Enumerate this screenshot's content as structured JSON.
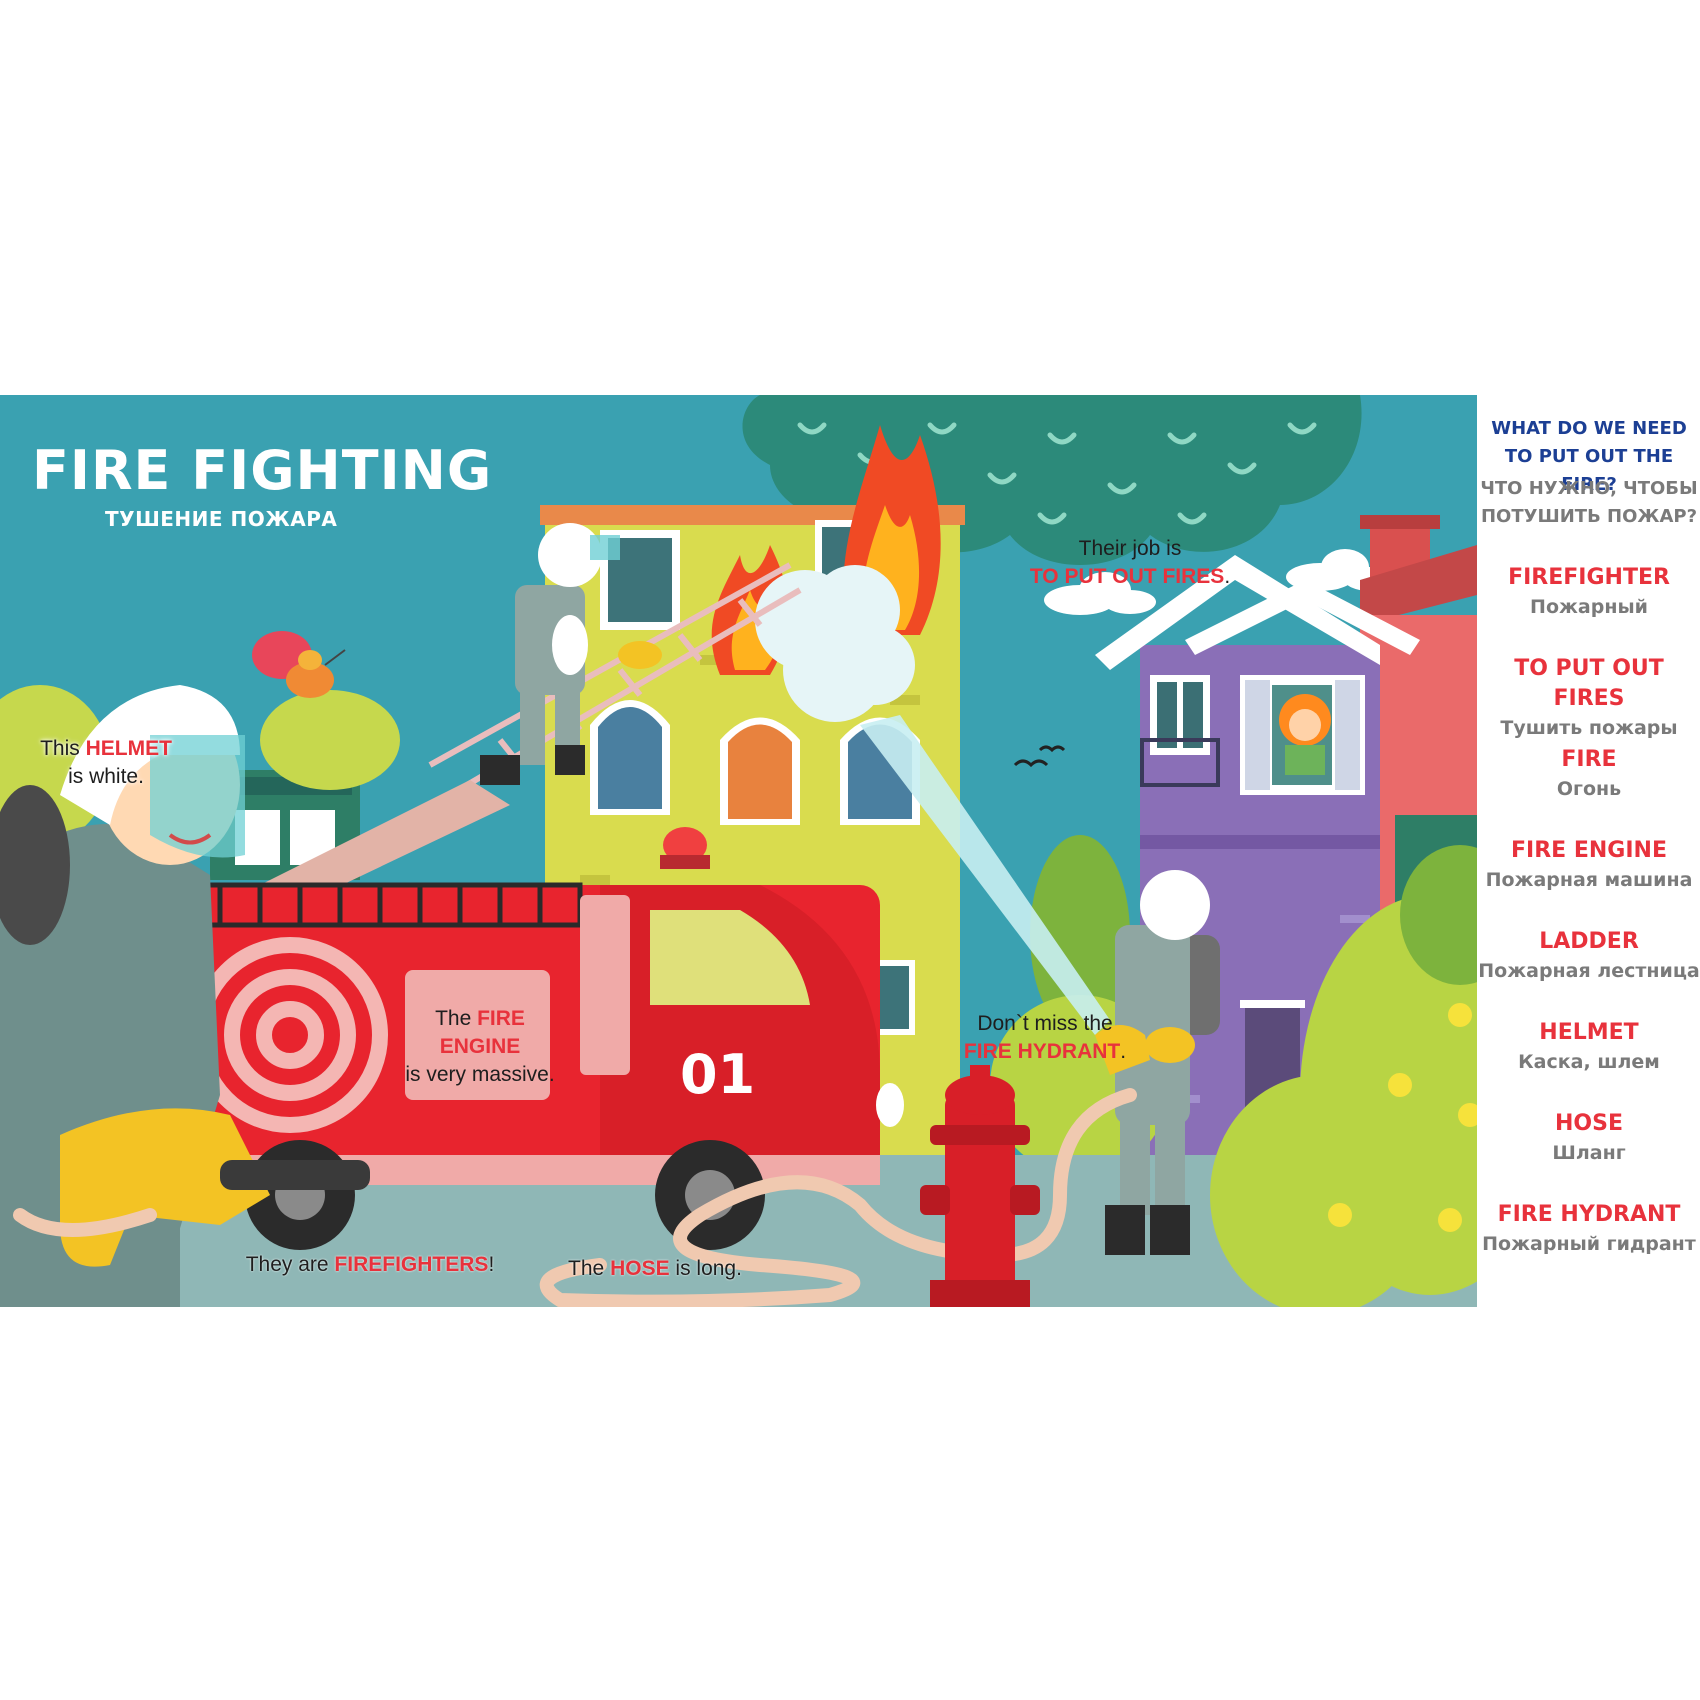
{
  "page": {
    "title": "FIRE FIGHTING",
    "subtitle": "ТУШЕНИЕ ПОЖАРА"
  },
  "captions": {
    "helmet": {
      "pre": "This ",
      "key": "HELMET",
      "post": "is white."
    },
    "job": {
      "pre": "Their job is",
      "key": "TO PUT OUT FIRES",
      "post": "."
    },
    "engine": {
      "pre": "The ",
      "key": "FIRE ENGINE",
      "post": "is very massive."
    },
    "hydrant": {
      "pre": "Don`t miss the",
      "key": "FIRE HYDRANT",
      "post": "."
    },
    "firefighters": {
      "pre": "They are ",
      "key": "FIREFIGHTERS",
      "post": "!"
    },
    "hose": {
      "pre": "The ",
      "key": "HOSE",
      "post": " is long."
    }
  },
  "truck": {
    "number": "01"
  },
  "panel": {
    "question_en": [
      "WHAT DO WE NEED",
      "TO PUT OUT THE FIRE?"
    ],
    "question_ru": [
      "ЧТО НУЖНО, ЧТОБЫ",
      "ПОТУШИТЬ ПОЖАР?"
    ],
    "vocab": [
      {
        "en": "FIREFIGHTER",
        "ru": "Пожарный"
      },
      {
        "en": "TO PUT OUT FIRES",
        "ru": "Тушить пожары"
      },
      {
        "en": "FIRE",
        "ru": "Огонь"
      },
      {
        "en": "FIRE ENGINE",
        "ru": "Пожарная машина"
      },
      {
        "en": "LADDER",
        "ru": "Пожарная лестница"
      },
      {
        "en": "HELMET",
        "ru": "Каска, шлем"
      },
      {
        "en": "HOSE",
        "ru": "Шланг"
      },
      {
        "en": "FIRE HYDRANT",
        "ru": "Пожарный гидрант"
      }
    ]
  },
  "colors": {
    "sky": "#3aa1b1",
    "smoke": "#2c8a7a",
    "accent_red": "#e8323c",
    "question_blue": "#1c3f94",
    "grey_text": "#7a7a7a"
  }
}
